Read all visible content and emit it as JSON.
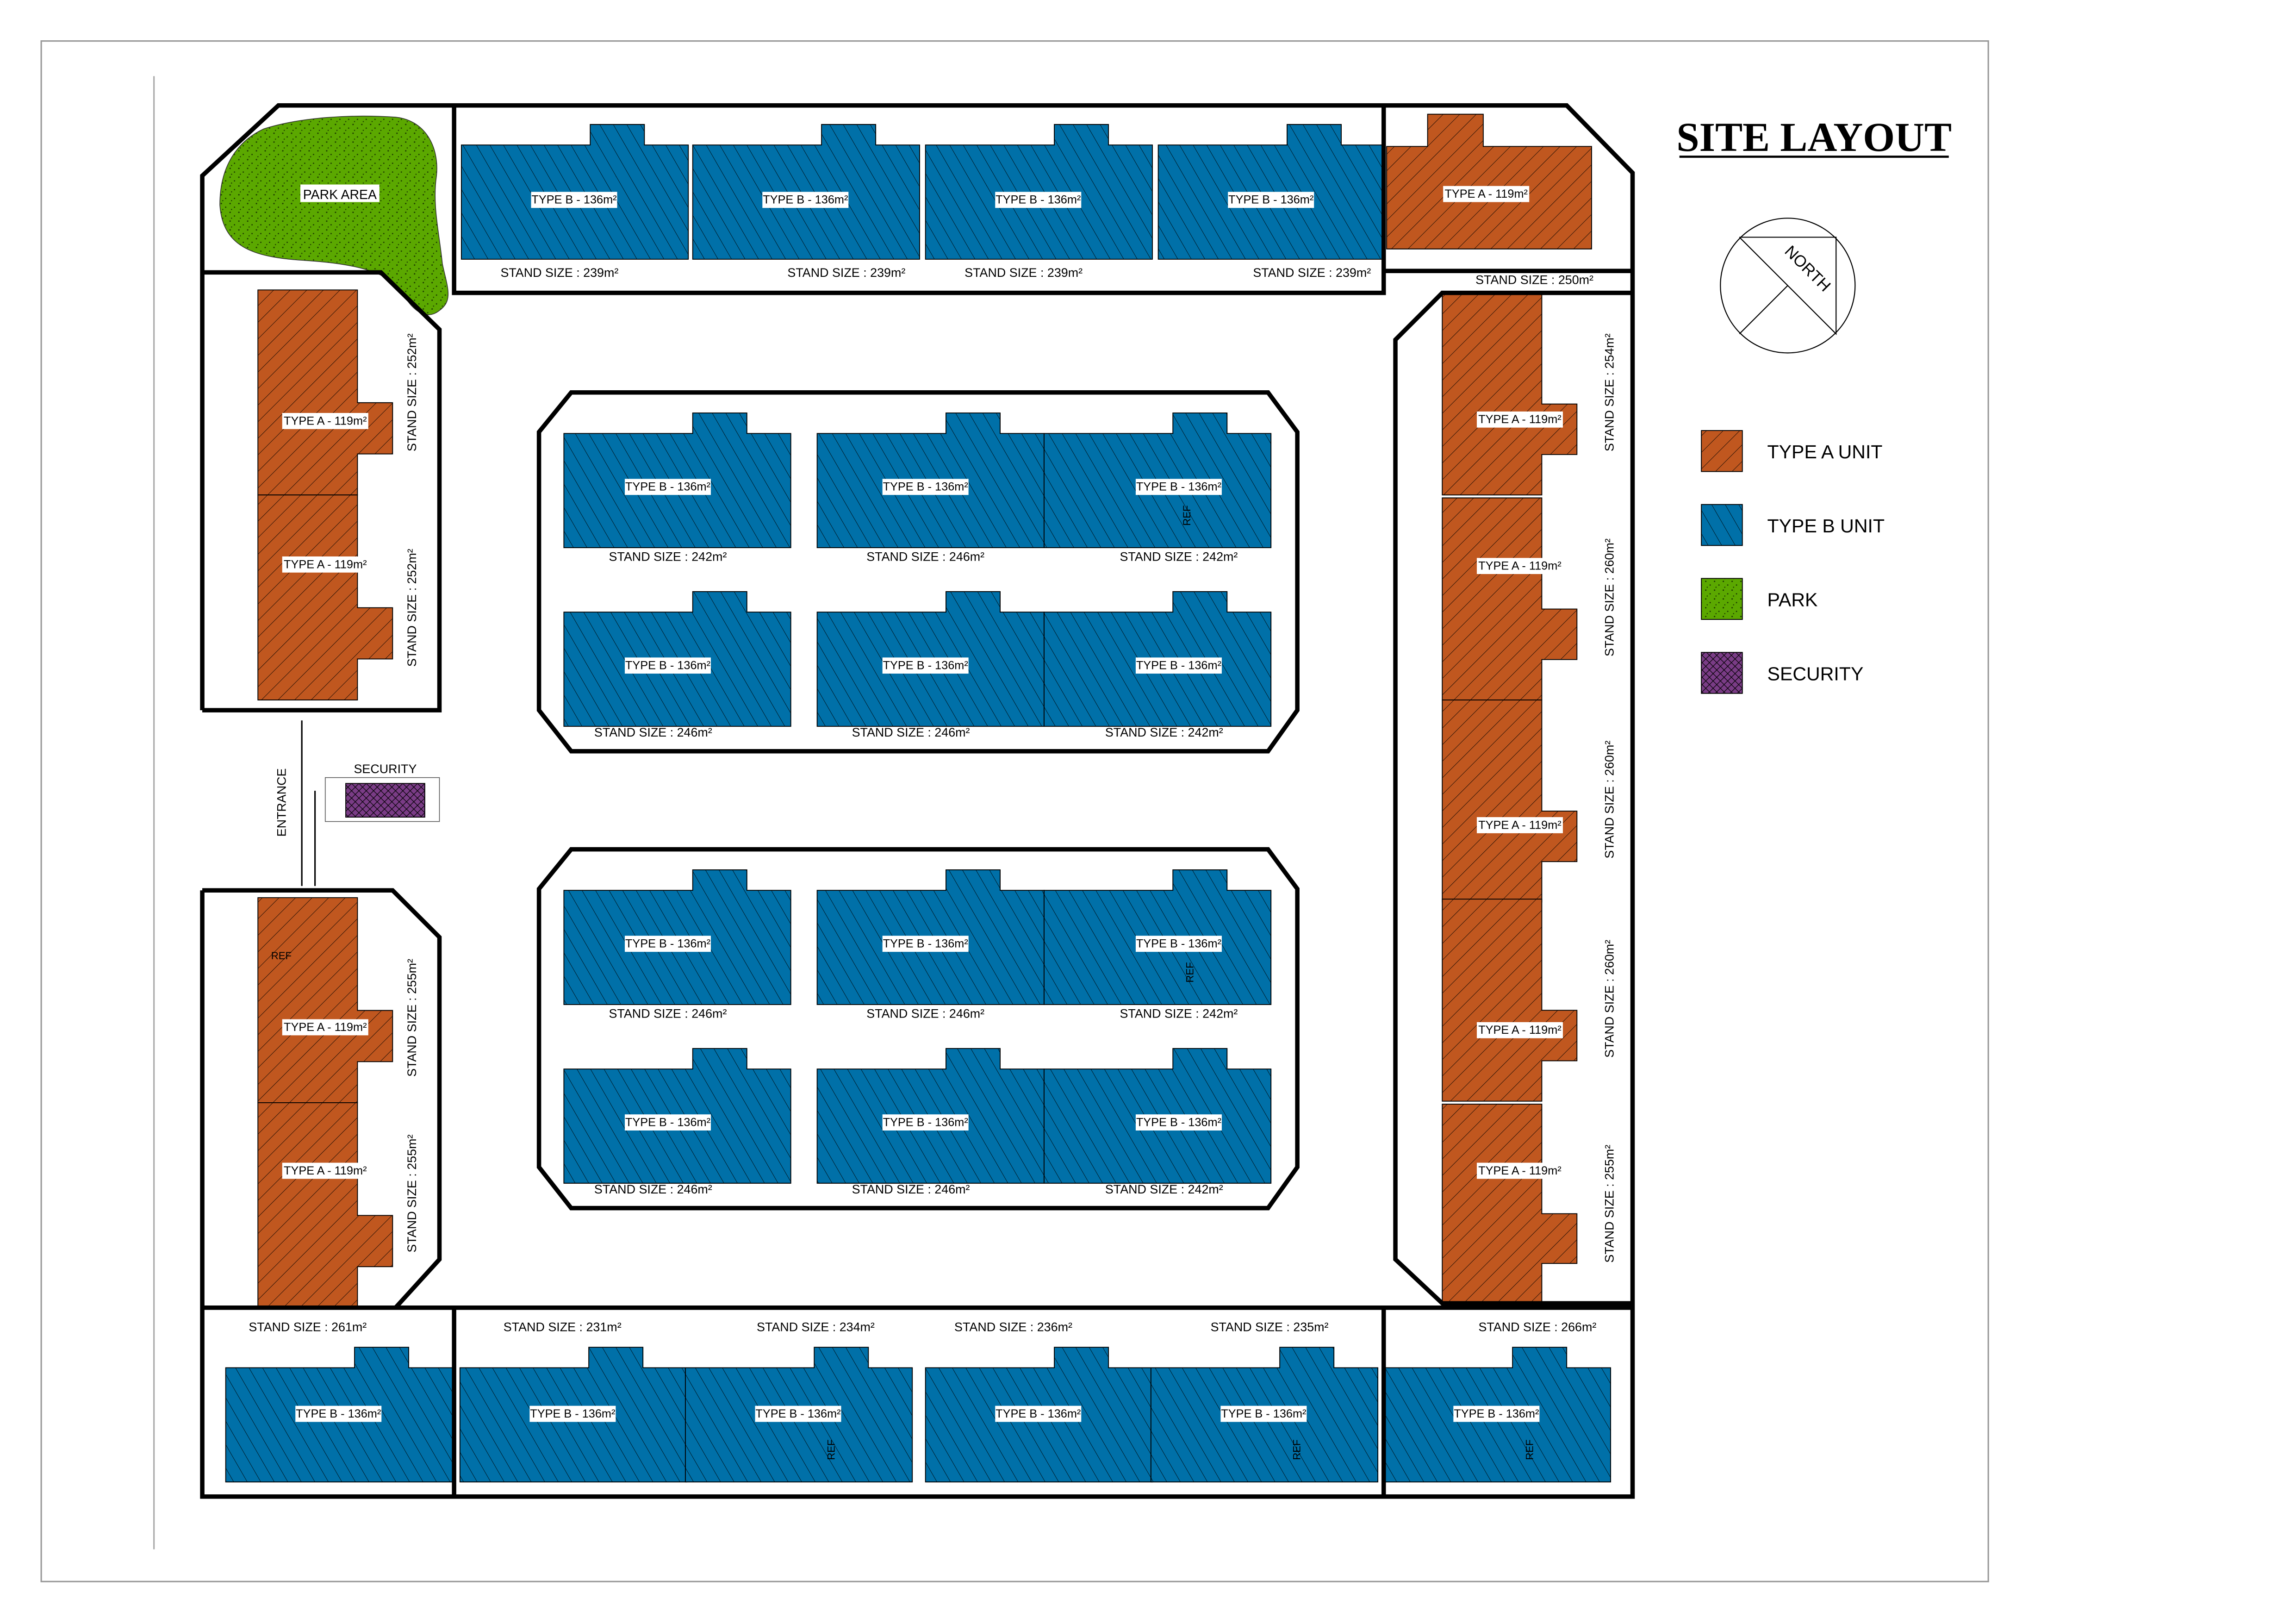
{
  "title": "SITE LAYOUT",
  "north_label": "NORTH",
  "park_label": "PARK AREA",
  "security_label": "SECURITY",
  "entrance_label": "ENTRANCE",
  "ref_label": "REF",
  "colors": {
    "type_a": "#C0571F",
    "type_b": "#0070A8",
    "park": "#5BA800",
    "security": "#7A3C86",
    "line": "#000000"
  },
  "legend": [
    {
      "key": "type_a",
      "label": "TYPE A UNIT"
    },
    {
      "key": "type_b",
      "label": "TYPE B UNIT"
    },
    {
      "key": "park",
      "label": "PARK"
    },
    {
      "key": "security",
      "label": "SECURITY"
    }
  ],
  "units": [
    {
      "type": "B",
      "label": "TYPE B - 136m²",
      "stand": "STAND SIZE : 239m²"
    },
    {
      "type": "B",
      "label": "TYPE B - 136m²",
      "stand": "STAND SIZE : 239m²"
    },
    {
      "type": "B",
      "label": "TYPE B - 136m²",
      "stand": "STAND SIZE : 239m²"
    },
    {
      "type": "B",
      "label": "TYPE B - 136m²",
      "stand": "STAND SIZE : 239m²"
    },
    {
      "type": "A",
      "label": "TYPE A - 119m²",
      "stand": "STAND SIZE : 250m²"
    },
    {
      "type": "A",
      "label": "TYPE A - 119m²",
      "stand": "STAND SIZE : 252m²"
    },
    {
      "type": "A",
      "label": "TYPE A - 119m²",
      "stand": "STAND SIZE : 252m²"
    },
    {
      "type": "A",
      "label": "TYPE A - 119m²",
      "stand": "STAND SIZE : 254m²"
    },
    {
      "type": "A",
      "label": "TYPE A - 119m²",
      "stand": "STAND SIZE : 260m²"
    },
    {
      "type": "A",
      "label": "TYPE A - 119m²",
      "stand": "STAND SIZE : 260m²"
    },
    {
      "type": "A",
      "label": "TYPE A - 119m²",
      "stand": "STAND SIZE : 260m²"
    },
    {
      "type": "A",
      "label": "TYPE A - 119m²",
      "stand": "STAND SIZE : 255m²"
    },
    {
      "type": "A",
      "label": "TYPE A - 119m²",
      "stand": "STAND SIZE : 255m²"
    },
    {
      "type": "A",
      "label": "TYPE A - 119m²",
      "stand": "STAND SIZE : 255m²"
    },
    {
      "type": "B",
      "label": "TYPE B - 136m²",
      "stand": "STAND SIZE : 261m²"
    },
    {
      "type": "B",
      "label": "TYPE B - 136m²",
      "stand": "STAND SIZE : 231m²"
    },
    {
      "type": "B",
      "label": "TYPE B - 136m²",
      "stand": "STAND SIZE : 234m²"
    },
    {
      "type": "B",
      "label": "TYPE B - 136m²",
      "stand": "STAND SIZE : 236m²"
    },
    {
      "type": "B",
      "label": "TYPE B - 136m²",
      "stand": "STAND SIZE : 235m²"
    },
    {
      "type": "B",
      "label": "TYPE B - 136m²",
      "stand": "STAND SIZE : 266m²"
    },
    {
      "type": "B",
      "label": "TYPE B - 136m²",
      "stand": "STAND SIZE : 242m²"
    },
    {
      "type": "B",
      "label": "TYPE B - 136m²",
      "stand": "STAND SIZE : 246m²"
    },
    {
      "type": "B",
      "label": "TYPE B - 136m²",
      "stand": "STAND SIZE : 242m²"
    },
    {
      "type": "B",
      "label": "TYPE B - 136m²",
      "stand": "STAND SIZE : 246m²"
    },
    {
      "type": "B",
      "label": "TYPE B - 136m²",
      "stand": "STAND SIZE : 246m²"
    },
    {
      "type": "B",
      "label": "TYPE B - 136m²",
      "stand": "STAND SIZE : 242m²"
    },
    {
      "type": "B",
      "label": "TYPE B - 136m²",
      "stand": "STAND SIZE : 246m²"
    },
    {
      "type": "B",
      "label": "TYPE B - 136m²",
      "stand": "STAND SIZE : 246m²"
    },
    {
      "type": "B",
      "label": "TYPE B - 136m²",
      "stand": "STAND SIZE : 242m²"
    },
    {
      "type": "B",
      "label": "TYPE B - 136m²",
      "stand": "STAND SIZE : 246m²"
    },
    {
      "type": "B",
      "label": "TYPE B - 136m²",
      "stand": "STAND SIZE : 246m²"
    },
    {
      "type": "B",
      "label": "TYPE B - 136m²",
      "stand": "STAND SIZE : 242m²"
    }
  ]
}
